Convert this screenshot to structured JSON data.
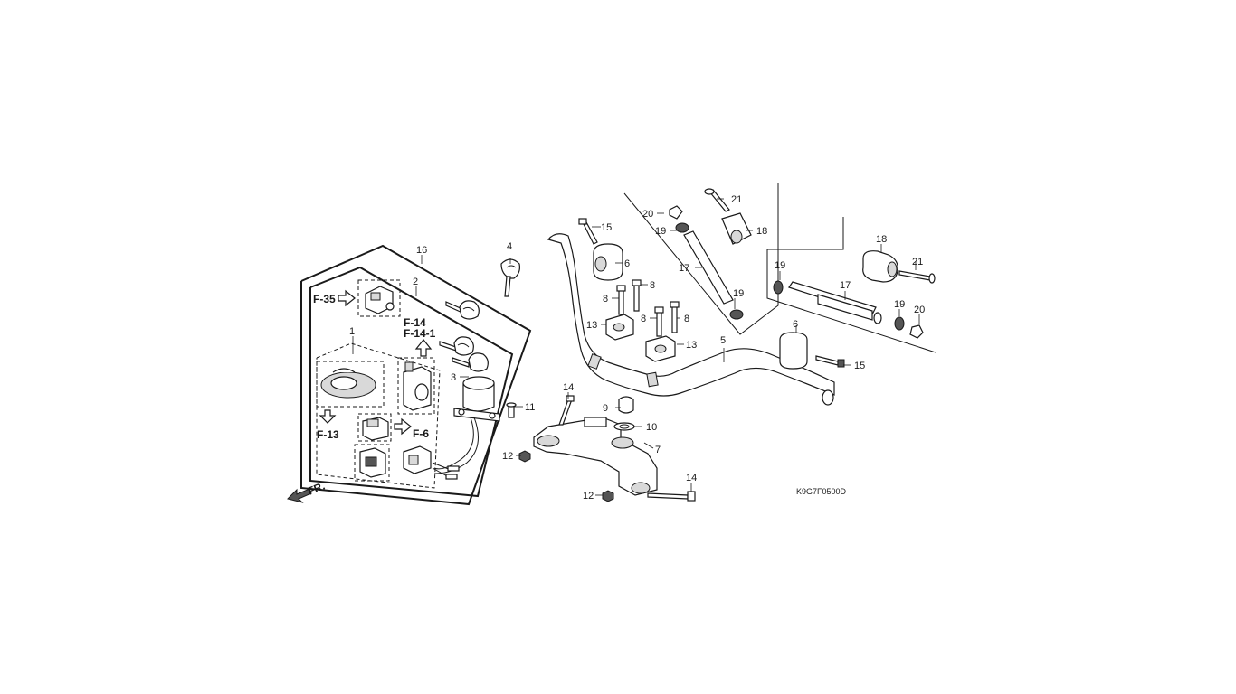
{
  "diagram": {
    "part_numbers": [
      "1",
      "2",
      "3",
      "4",
      "5",
      "6",
      "6",
      "7",
      "8",
      "8",
      "8",
      "8",
      "9",
      "10",
      "11",
      "12",
      "12",
      "13",
      "13",
      "14",
      "14",
      "15",
      "15",
      "16",
      "17",
      "17",
      "18",
      "18",
      "19",
      "19",
      "19",
      "19",
      "20",
      "20",
      "21",
      "21"
    ],
    "section_refs": {
      "f35": "F-35",
      "f14": "F-14",
      "f14_1": "F-14-1",
      "f13": "F-13",
      "f6": "F-6"
    },
    "front_marker": "FR.",
    "drawing_code": "K9G7F0500D"
  }
}
